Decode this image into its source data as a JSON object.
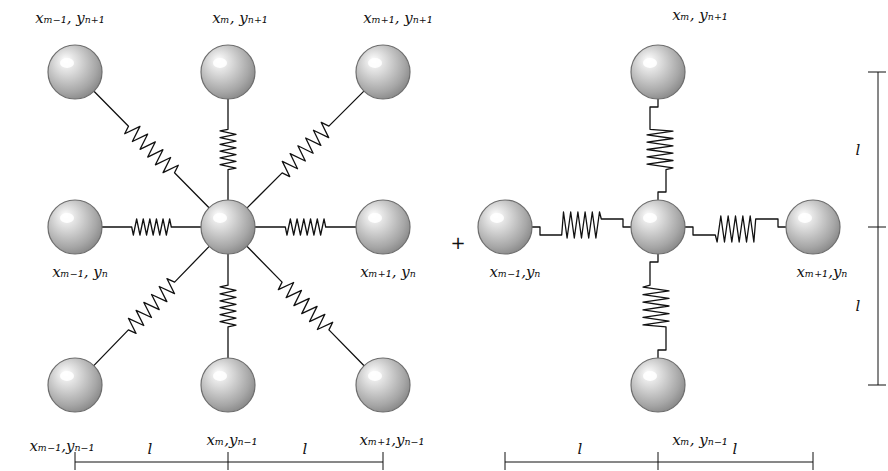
{
  "diagram": {
    "labels": [
      "xₘ₋₁, yₙ₊₁",
      "xₘ, yₙ₊₁",
      "xₘ₊₁, yₙ₊₁",
      "xₘ₋₁, yₙ",
      "xₘ₊₁, yₙ",
      "xₘ₋₁,yₙ₋₁",
      "xₘ,yₙ₋₁",
      "xₘ₊₁,yₙ₋₁",
      "+",
      "xₘ, yₙ₊₁",
      "xₘ₋₁,yₙ",
      "xₘ₊₁,yₙ",
      "xₘ, yₙ₋₁",
      "l",
      "l",
      "l",
      "l",
      "l",
      "l"
    ]
  }
}
